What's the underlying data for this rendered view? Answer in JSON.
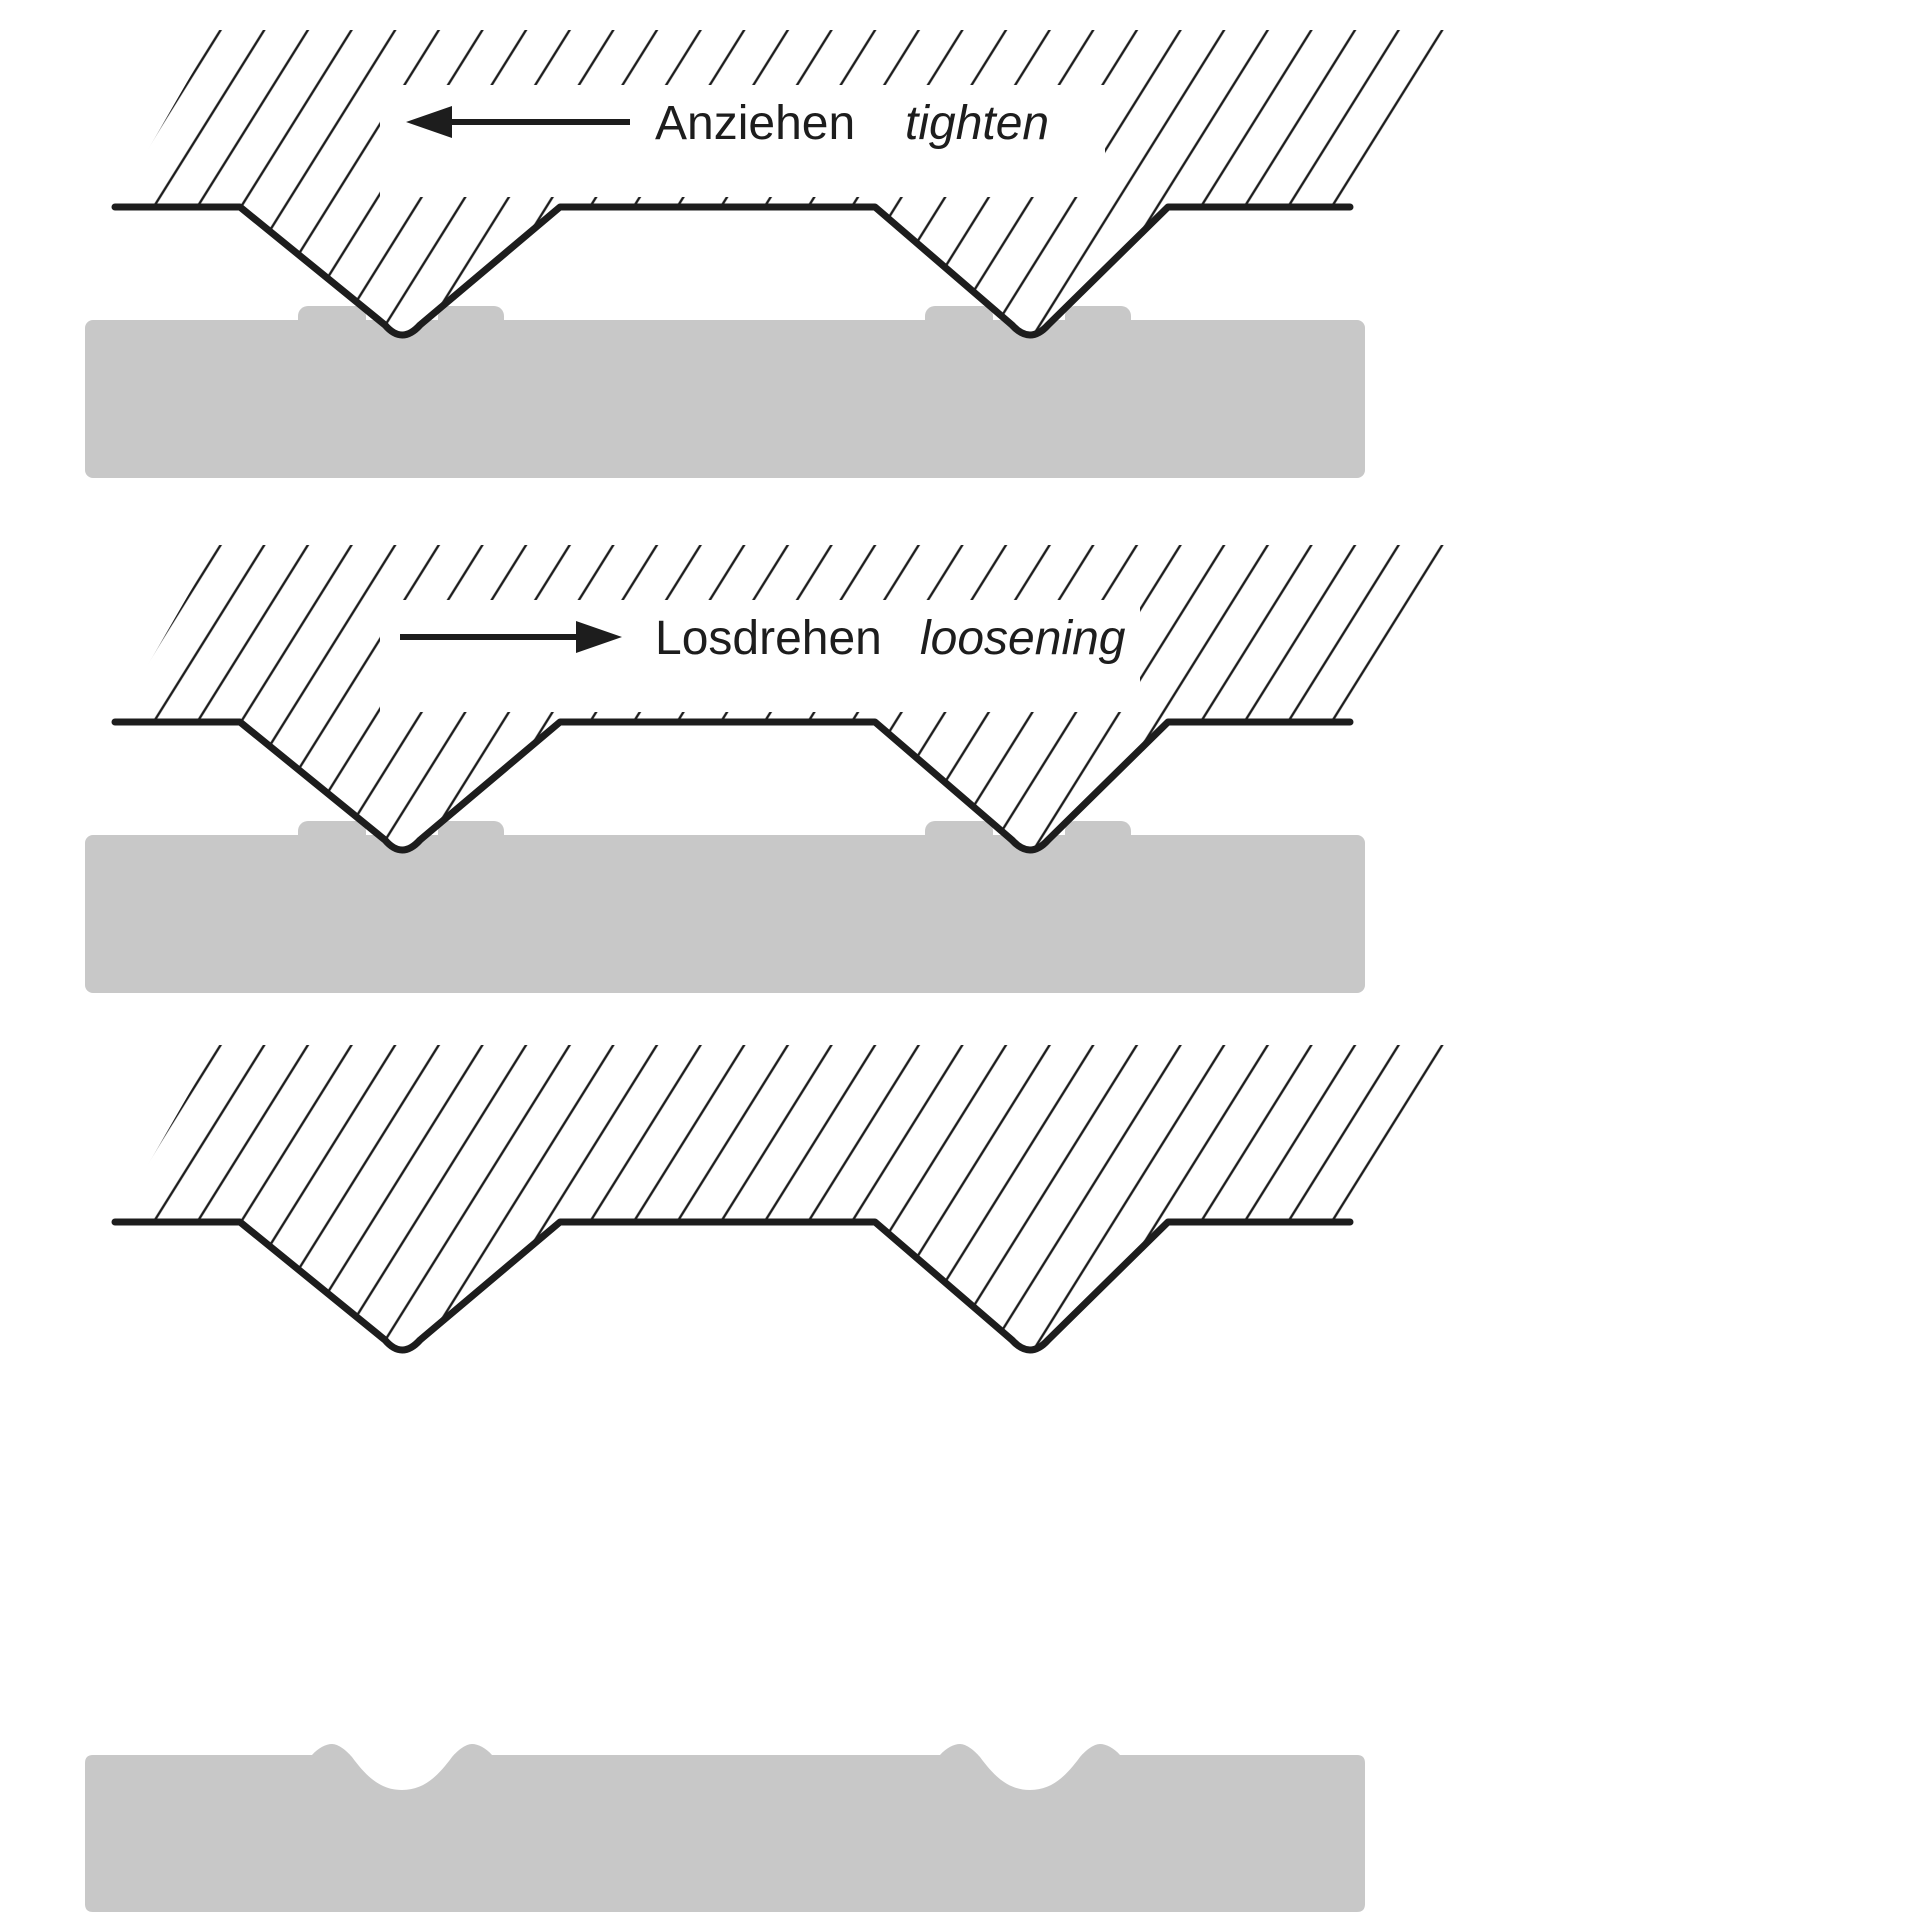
{
  "colors": {
    "background": "#ffffff",
    "line": "#1d1d1d",
    "surface_gray": "#c8c8c8"
  },
  "panels": [
    {
      "name": "tighten",
      "arrow_direction": "left",
      "label_de": "Anziehen",
      "label_en": "tighten"
    },
    {
      "name": "loosening",
      "arrow_direction": "right",
      "label_de": "Losdrehen",
      "label_en": "loosening"
    },
    {
      "name": "separated"
    }
  ]
}
